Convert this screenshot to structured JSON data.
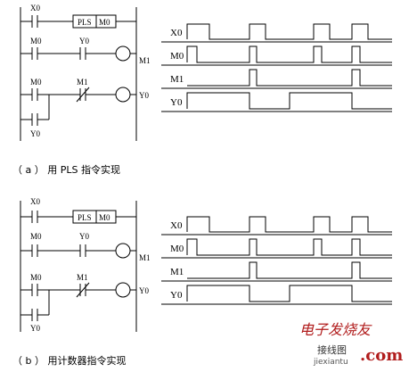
{
  "panels": [
    {
      "caption": "（ a ） 用 PLS 指令实现",
      "ladder": {
        "contact_x0": "X0",
        "pls_box": "PLS",
        "pls_operand": "M0",
        "contact_m0": "M0",
        "contact_y0": "Y0",
        "coil_m1": "M1",
        "contact_m0_b": "M0",
        "contact_m1_nc": "M1",
        "coil_y0": "Y0",
        "contact_y0_hold": "Y0"
      },
      "timing": {
        "signals": [
          "X0",
          "M0",
          "M1",
          "Y0"
        ]
      }
    },
    {
      "caption": "（ b ） 用计数器指令实现",
      "ladder": {
        "contact_x0": "X0",
        "pls_box": "PLS",
        "pls_operand": "M0",
        "contact_m0": "M0",
        "contact_y0": "Y0",
        "coil_m1": "M1",
        "contact_m0_b": "M0",
        "contact_m1_nc": "M1",
        "coil_y0": "Y0",
        "contact_y0_hold": "Y0"
      },
      "timing": {
        "signals": [
          "X0",
          "M0",
          "M1",
          "Y0"
        ]
      }
    }
  ],
  "watermark": {
    "logo": "电子发烧友",
    "site_cn": "接线图",
    "site_url": "jiexiantu",
    "dotcom": ".com"
  }
}
